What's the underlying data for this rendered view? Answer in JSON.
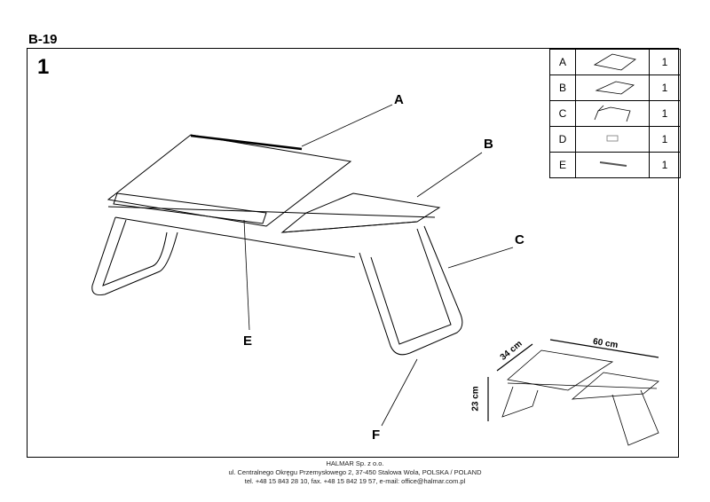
{
  "header": {
    "code": "B-19",
    "step": "1"
  },
  "parts": [
    {
      "letter": "A",
      "qty": "1",
      "icon": "top-board-icon"
    },
    {
      "letter": "B",
      "qty": "1",
      "icon": "side-board-icon"
    },
    {
      "letter": "C",
      "qty": "1",
      "icon": "frame-icon"
    },
    {
      "letter": "D",
      "qty": "1",
      "icon": "small-block-icon"
    },
    {
      "letter": "E",
      "qty": "1",
      "icon": "rail-icon"
    }
  ],
  "callouts": {
    "A": "A",
    "B": "B",
    "C": "C",
    "E": "E",
    "F": "F"
  },
  "dimensions": {
    "width": "60 cm",
    "depth": "34 cm",
    "height": "23 cm"
  },
  "footer": {
    "line1": "HALMAR Sp. z o.o.",
    "line2": "ul. Centralnego Okręgu Przemysłowego 2, 37-450 Stalowa Wola, POLSKA / POLAND",
    "line3": "tel. +48 15 843 28 10, fax. +48 15 842 19 57, e-mail: office@halmar.com.pl"
  }
}
